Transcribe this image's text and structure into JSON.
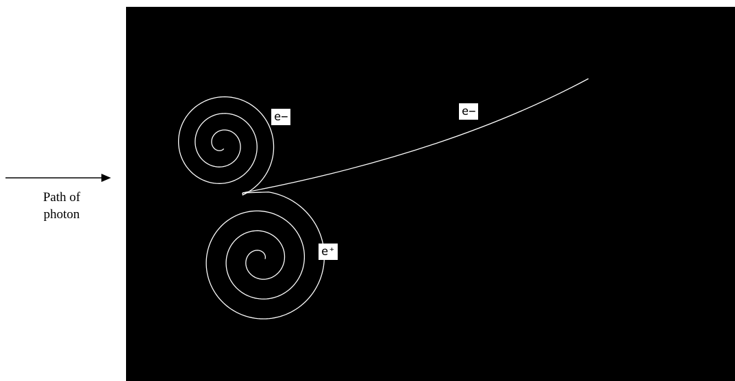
{
  "photon": {
    "label": "Path of\nphoton"
  },
  "particles": {
    "electron_left": "e−",
    "electron_right": "e−",
    "positron": "e⁺"
  },
  "colors": {
    "chamber_background": "#000000",
    "track": "#ffffff",
    "label_background": "#ffffff",
    "page_background": "#ffffff"
  }
}
